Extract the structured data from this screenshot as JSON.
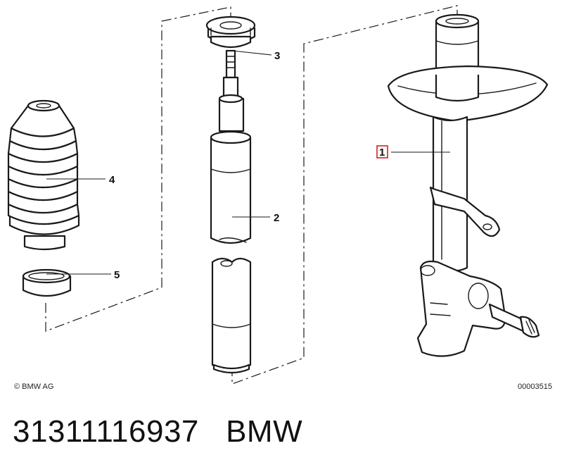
{
  "diagram": {
    "copyright": "© BMW AG",
    "drawing_number": "00003515",
    "callouts": [
      {
        "id": "1",
        "highlighted": true
      },
      {
        "id": "2"
      },
      {
        "id": "3"
      },
      {
        "id": "4"
      },
      {
        "id": "5"
      }
    ]
  },
  "footer": {
    "part_number": "31311116937",
    "brand": "BMW"
  },
  "colors": {
    "highlight": "#d22222",
    "line": "#1a1a1a"
  }
}
